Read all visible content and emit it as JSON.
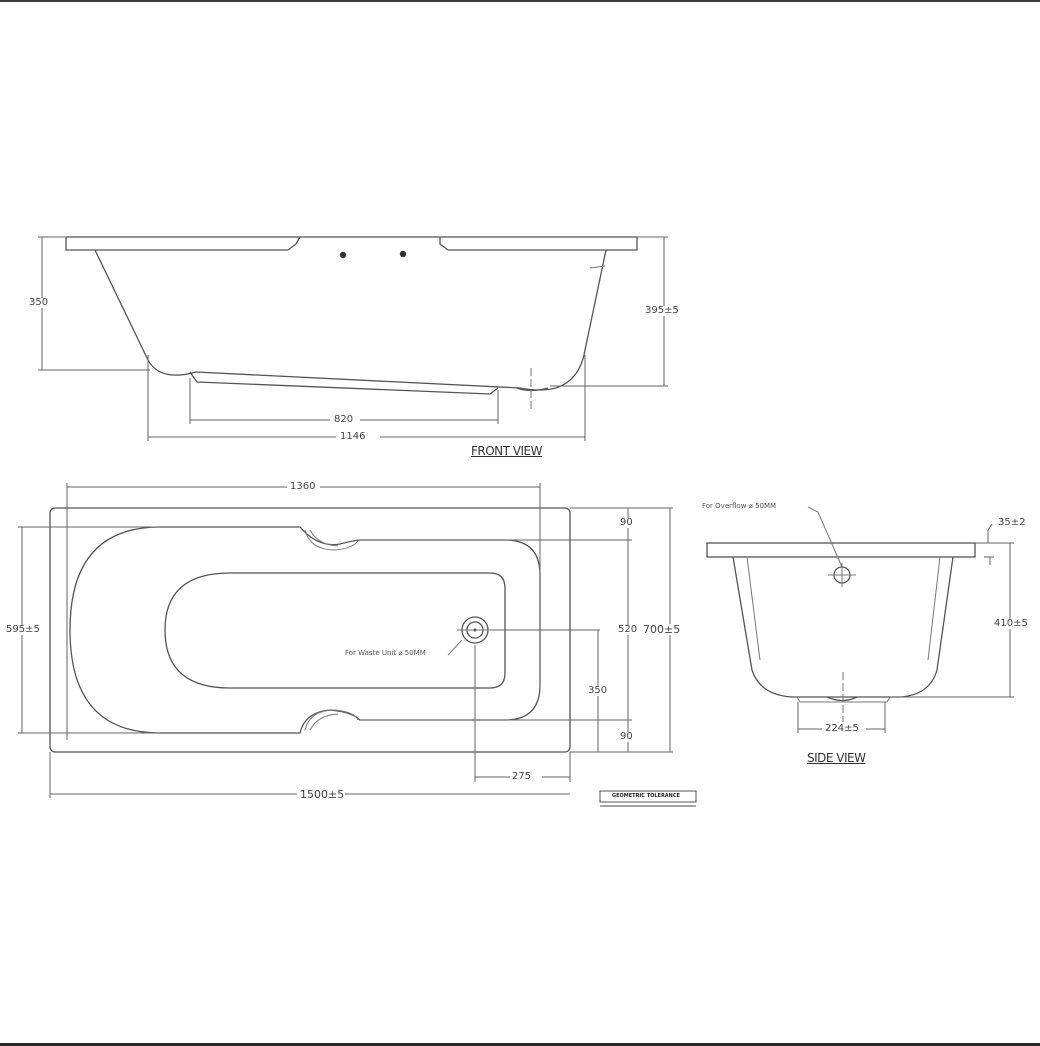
{
  "drawing": {
    "front_view": {
      "title": "FRONT VIEW",
      "dims": {
        "left_height": "350",
        "right_height": "395±5",
        "base_length": "820",
        "bottom_length": "1146"
      }
    },
    "plan_view": {
      "dims": {
        "inner_length": "1360",
        "inner_width": "595±5",
        "overall_width": "700±5",
        "overall_length": "1500±5",
        "rim_top": "90",
        "rim_bottom": "90",
        "basin_width": "520",
        "waste_offset_y": "350",
        "waste_offset_x": "275"
      },
      "waste_label": "For Waste Unit ⌀ 50MM",
      "tolerance_box_label": "GEOMETRIC TOLERANCE"
    },
    "side_view": {
      "title": "SIDE VIEW",
      "overflow_label": "For Overflow ⌀ 50MM",
      "dims": {
        "rim_thickness": "35±2",
        "height": "410±5",
        "base_width": "224±5"
      }
    }
  }
}
